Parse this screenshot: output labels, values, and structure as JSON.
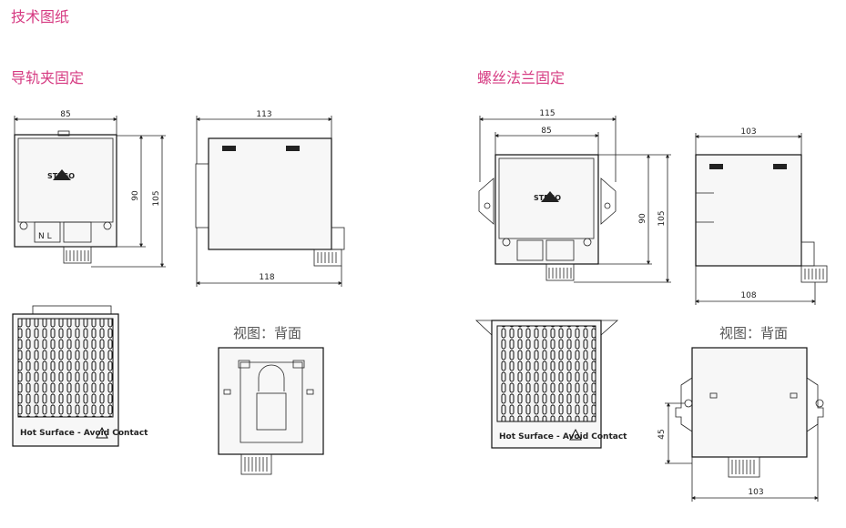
{
  "page_title": "技术图纸",
  "sections": {
    "din_rail": {
      "title": "导轨夹固定"
    },
    "flange": {
      "title": "螺丝法兰固定"
    }
  },
  "captions": {
    "back_view": "视图：背面"
  },
  "logo_text": "STEGO",
  "warning_label": "Hot Surface - Avoid Contact",
  "dimensions": {
    "din_front_width": "85",
    "din_front_height_inner": "90",
    "din_front_height_outer": "105",
    "din_side_top": "113",
    "din_side_bottom": "118",
    "fl_front_outer": "115",
    "fl_front_inner": "85",
    "fl_front_height_inner": "90",
    "fl_front_height_outer": "105",
    "fl_side_top": "103",
    "fl_side_bottom": "108",
    "fl_back_height": "45",
    "fl_back_width": "103"
  },
  "terminal_label": "N L"
}
